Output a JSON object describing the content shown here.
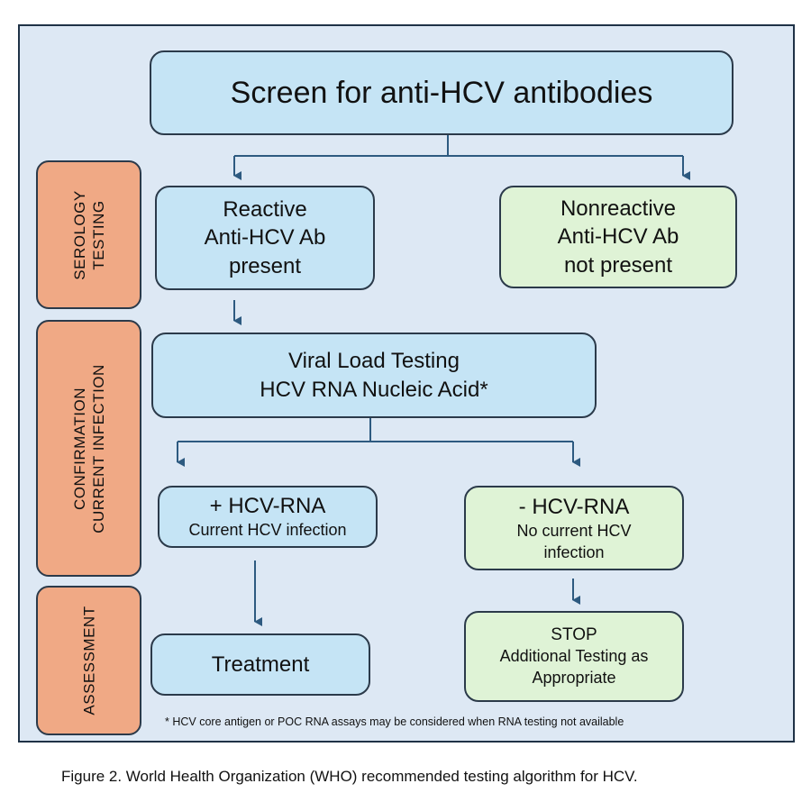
{
  "stages": {
    "serology": [
      "SEROLOGY",
      "TESTING"
    ],
    "confirmation": [
      "CONFIRMATION",
      "CURRENT INFECTION"
    ],
    "assessment": [
      "ASSESSMENT"
    ]
  },
  "boxes": {
    "screen": "Screen for anti-HCV antibodies",
    "reactive": [
      "Reactive",
      "Anti-HCV Ab",
      "present"
    ],
    "nonreactive": [
      "Nonreactive",
      "Anti-HCV Ab",
      "not present"
    ],
    "viral_load": [
      "Viral Load Testing",
      "HCV RNA Nucleic Acid*"
    ],
    "positive_rna": {
      "title": "+ HCV-RNA",
      "detail": "Current HCV infection"
    },
    "negative_rna": {
      "title": "- HCV-RNA",
      "detail": [
        "No current HCV",
        "infection"
      ]
    },
    "treatment": "Treatment",
    "stop": {
      "title": "STOP",
      "detail": [
        "Additional Testing as",
        "Appropriate"
      ]
    }
  },
  "footnote": "* HCV core antigen or POC RNA assays may be considered when RNA testing not available",
  "caption": "Figure 2. World Health Organization (WHO) recommended testing algorithm for HCV.",
  "colors": {
    "frame_bg": "#dde8f4",
    "blue_box": "#c5e4f5",
    "green_box": "#dff3d6",
    "stage_box": "#f0a985",
    "connector": "#2d5a80"
  }
}
